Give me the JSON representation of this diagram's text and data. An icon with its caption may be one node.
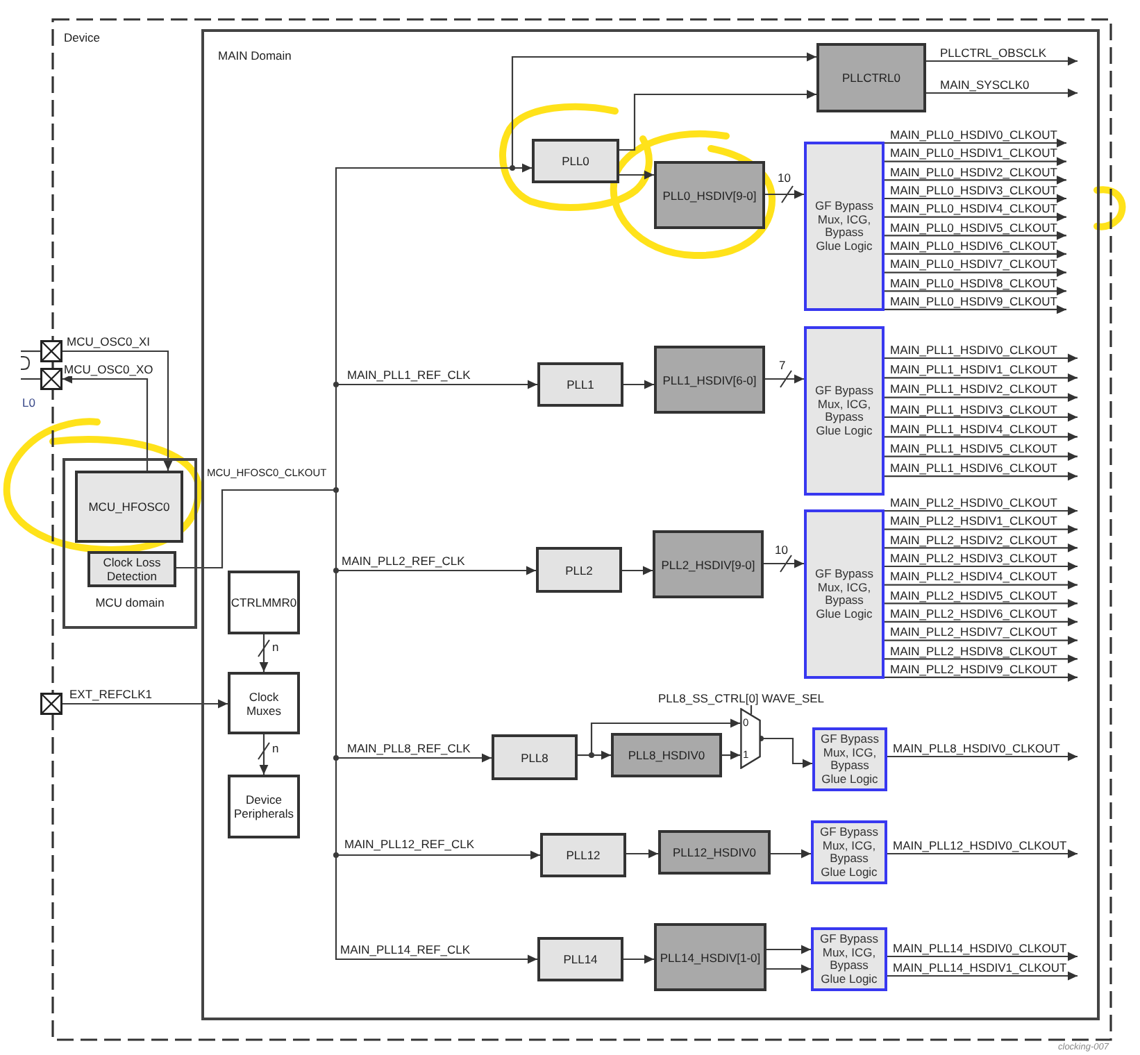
{
  "diagram": {
    "nodes": [
      {
        "text": [
          "Device"
        ]
      },
      {
        "text": [
          "MAIN Domain"
        ],
        "in": 0
      },
      {
        "text": [
          "MCU domain"
        ],
        "in": 0
      },
      {
        "text": [
          "MCU_HFOSC0"
        ],
        "in": 2
      },
      {
        "text": [
          "Clock Loss Detection"
        ],
        "in": 2
      },
      {
        "text": [],
        "shape": "box",
        "beside": [
          "MCU_OSC0_XI"
        ]
      },
      {
        "text": [],
        "shape": "box",
        "beside": [
          "MCU_OSC0_XO"
        ]
      },
      {
        "text": [],
        "shape": "box",
        "beside": [
          "EXT_REFCLK1"
        ]
      },
      {
        "text": [
          "PLLCTRL0"
        ],
        "in": 1
      },
      {
        "text": [
          "PLL0"
        ],
        "in": 1
      },
      {
        "text": [
          "PLL0_HSDIV[9-0]"
        ],
        "in": 1
      },
      {
        "text": [
          "GF Bypass Mux, ICG, Bypass Glue Logic"
        ],
        "in": 1
      },
      {
        "text": [
          "PLL1"
        ],
        "in": 1
      },
      {
        "text": [
          "PLL1_HSDIV[6-0]"
        ],
        "in": 1
      },
      {
        "text": [
          "GF Bypass Mux, ICG, Bypass Glue Logic"
        ],
        "in": 1
      },
      {
        "text": [
          "PLL2"
        ],
        "in": 1
      },
      {
        "text": [
          "PLL2_HSDIV[9-0]"
        ],
        "in": 1
      },
      {
        "text": [
          "GF Bypass Mux, ICG, Bypass Glue Logic"
        ],
        "in": 1
      },
      {
        "text": [
          "CTRLMMR0"
        ],
        "in": 1
      },
      {
        "text": [
          "Clock Muxes"
        ],
        "in": 1
      },
      {
        "text": [
          "Device Peripherals"
        ],
        "in": 1
      },
      {
        "text": [
          "PLL8"
        ],
        "in": 1
      },
      {
        "text": [
          "PLL8_HSDIV0"
        ],
        "in": 1
      },
      {
        "text": [
          "0",
          "1"
        ],
        "in": 1
      },
      {
        "text": [
          "GF Bypass Mux, ICG, Bypass Glue Logic"
        ],
        "in": 1
      },
      {
        "text": [
          "PLL12"
        ],
        "in": 1
      },
      {
        "text": [
          "PLL12_HSDIV0"
        ],
        "in": 1
      },
      {
        "text": [
          "GF Bypass Mux, ICG, Bypass Glue Logic"
        ],
        "in": 1
      },
      {
        "text": [
          "PLL14"
        ],
        "in": 1
      },
      {
        "text": [
          "PLL14_HSDIV[1-0]"
        ],
        "in": 1
      },
      {
        "text": [
          "GF Bypass Mux, ICG, Bypass Glue Logic"
        ],
        "in": 1
      }
    ],
    "edges": [
      {
        "from": null,
        "to": 5,
        "arrow": "none"
      },
      {
        "from": null,
        "to": 6,
        "arrow": "none"
      },
      {
        "from": 5,
        "to": 3,
        "arrow": "to"
      },
      {
        "from": 3,
        "to": 6,
        "arrow": "to"
      },
      {
        "from": 7,
        "to": 19,
        "arrow": "to"
      },
      {
        "from": 4,
        "to": 9,
        "arrow": "to"
      },
      {
        "from": 4,
        "to": 8,
        "arrow": "to"
      },
      {
        "from": 4,
        "to": 12,
        "arrow": "to",
        "label": "MAIN_PLL1_REF_CLK"
      },
      {
        "from": 4,
        "to": 15,
        "arrow": "to",
        "label": "MAIN_PLL2_REF_CLK"
      },
      {
        "from": 4,
        "to": 21,
        "arrow": "to",
        "label": "MAIN_PLL8_REF_CLK"
      },
      {
        "from": 4,
        "to": 25,
        "arrow": "to",
        "label": "MAIN_PLL12_REF_CLK"
      },
      {
        "from": 4,
        "to": 28,
        "arrow": "to",
        "label": "MAIN_PLL14_REF_CLK"
      },
      {
        "from": 9,
        "to": 8,
        "arrow": "to"
      },
      {
        "from": 9,
        "to": 10,
        "arrow": "to"
      },
      {
        "from": 8,
        "to": null,
        "arrow": "to",
        "label": "PLLCTRL_OBSCLK"
      },
      {
        "from": 8,
        "to": null,
        "arrow": "to",
        "label": "MAIN_SYSCLK0"
      },
      {
        "from": 10,
        "to": 11,
        "arrow": "to",
        "label": "10"
      },
      {
        "from": 11,
        "to": null,
        "arrow": "to",
        "label": "MAIN_PLL0_HSDIV0_CLKOUT"
      },
      {
        "from": 11,
        "to": null,
        "arrow": "to",
        "label": "MAIN_PLL0_HSDIV1_CLKOUT"
      },
      {
        "from": 11,
        "to": null,
        "arrow": "to",
        "label": "MAIN_PLL0_HSDIV2_CLKOUT"
      },
      {
        "from": 11,
        "to": null,
        "arrow": "to",
        "label": "MAIN_PLL0_HSDIV3_CLKOUT"
      },
      {
        "from": 11,
        "to": null,
        "arrow": "to",
        "label": "MAIN_PLL0_HSDIV4_CLKOUT"
      },
      {
        "from": 11,
        "to": null,
        "arrow": "to",
        "label": "MAIN_PLL0_HSDIV5_CLKOUT"
      },
      {
        "from": 11,
        "to": null,
        "arrow": "to",
        "label": "MAIN_PLL0_HSDIV6_CLKOUT"
      },
      {
        "from": 11,
        "to": null,
        "arrow": "to",
        "label": "MAIN_PLL0_HSDIV7_CLKOUT"
      },
      {
        "from": 11,
        "to": null,
        "arrow": "to",
        "label": "MAIN_PLL0_HSDIV8_CLKOUT"
      },
      {
        "from": 11,
        "to": null,
        "arrow": "to",
        "label": "MAIN_PLL0_HSDIV9_CLKOUT"
      },
      {
        "from": 12,
        "to": 13,
        "arrow": "to"
      },
      {
        "from": 13,
        "to": 14,
        "arrow": "to",
        "label": "7"
      },
      {
        "from": 14,
        "to": null,
        "arrow": "to",
        "label": "MAIN_PLL1_HSDIV0_CLKOUT"
      },
      {
        "from": 14,
        "to": null,
        "arrow": "to",
        "label": "MAIN_PLL1_HSDIV1_CLKOUT"
      },
      {
        "from": 14,
        "to": null,
        "arrow": "to",
        "label": "MAIN_PLL1_HSDIV2_CLKOUT"
      },
      {
        "from": 14,
        "to": null,
        "arrow": "to",
        "label": "MAIN_PLL1_HSDIV3_CLKOUT"
      },
      {
        "from": 14,
        "to": null,
        "arrow": "to",
        "label": "MAIN_PLL1_HSDIV4_CLKOUT"
      },
      {
        "from": 14,
        "to": null,
        "arrow": "to",
        "label": "MAIN_PLL1_HSDIV5_CLKOUT"
      },
      {
        "from": 14,
        "to": null,
        "arrow": "to",
        "label": "MAIN_PLL1_HSDIV6_CLKOUT"
      },
      {
        "from": 15,
        "to": 16,
        "arrow": "to"
      },
      {
        "from": 16,
        "to": 17,
        "arrow": "to",
        "label": "10"
      },
      {
        "from": 17,
        "to": null,
        "arrow": "to",
        "label": "MAIN_PLL2_HSDIV0_CLKOUT"
      },
      {
        "from": 17,
        "to": null,
        "arrow": "to",
        "label": "MAIN_PLL2_HSDIV1_CLKOUT"
      },
      {
        "from": 17,
        "to": null,
        "arrow": "to",
        "label": "MAIN_PLL2_HSDIV2_CLKOUT"
      },
      {
        "from": 17,
        "to": null,
        "arrow": "to",
        "label": "MAIN_PLL2_HSDIV3_CLKOUT"
      },
      {
        "from": 17,
        "to": null,
        "arrow": "to",
        "label": "MAIN_PLL2_HSDIV4_CLKOUT"
      },
      {
        "from": 17,
        "to": null,
        "arrow": "to",
        "label": "MAIN_PLL2_HSDIV5_CLKOUT"
      },
      {
        "from": 17,
        "to": null,
        "arrow": "to",
        "label": "MAIN_PLL2_HSDIV6_CLKOUT"
      },
      {
        "from": 17,
        "to": null,
        "arrow": "to",
        "label": "MAIN_PLL2_HSDIV7_CLKOUT"
      },
      {
        "from": 17,
        "to": null,
        "arrow": "to",
        "label": "MAIN_PLL2_HSDIV8_CLKOUT"
      },
      {
        "from": 17,
        "to": null,
        "arrow": "to",
        "label": "MAIN_PLL2_HSDIV9_CLKOUT"
      },
      {
        "from": 18,
        "to": 19,
        "arrow": "to",
        "label": "n"
      },
      {
        "from": 19,
        "to": 20,
        "arrow": "to",
        "label": "n"
      },
      {
        "from": 21,
        "to": 22,
        "arrow": "to"
      },
      {
        "from": 21,
        "to": 23,
        "arrow": "to"
      },
      {
        "from": 22,
        "to": 23,
        "arrow": "to"
      },
      {
        "from": null,
        "to": 23,
        "arrow": "none",
        "label": "PLL8_SS_CTRL[0] WAVE_SEL"
      },
      {
        "from": 23,
        "to": 24,
        "arrow": "to"
      },
      {
        "from": 24,
        "to": null,
        "arrow": "to",
        "label": "MAIN_PLL8_HSDIV0_CLKOUT"
      },
      {
        "from": 25,
        "to": 26,
        "arrow": "to"
      },
      {
        "from": 26,
        "to": 27,
        "arrow": "to"
      },
      {
        "from": 27,
        "to": null,
        "arrow": "to",
        "label": "MAIN_PLL12_HSDIV0_CLKOUT"
      },
      {
        "from": 28,
        "to": 29,
        "arrow": "to"
      },
      {
        "from": 29,
        "to": 30,
        "arrow": "to"
      },
      {
        "from": 29,
        "to": 30,
        "arrow": "to"
      },
      {
        "from": 30,
        "to": null,
        "arrow": "to",
        "label": "MAIN_PLL14_HSDIV0_CLKOUT"
      },
      {
        "from": 30,
        "to": null,
        "arrow": "to",
        "label": "MAIN_PLL14_HSDIV1_CLKOUT"
      }
    ],
    "labels": [
      "L0",
      "MCU_HFOSC0_CLKOUT",
      "clocking-007"
    ]
  }
}
